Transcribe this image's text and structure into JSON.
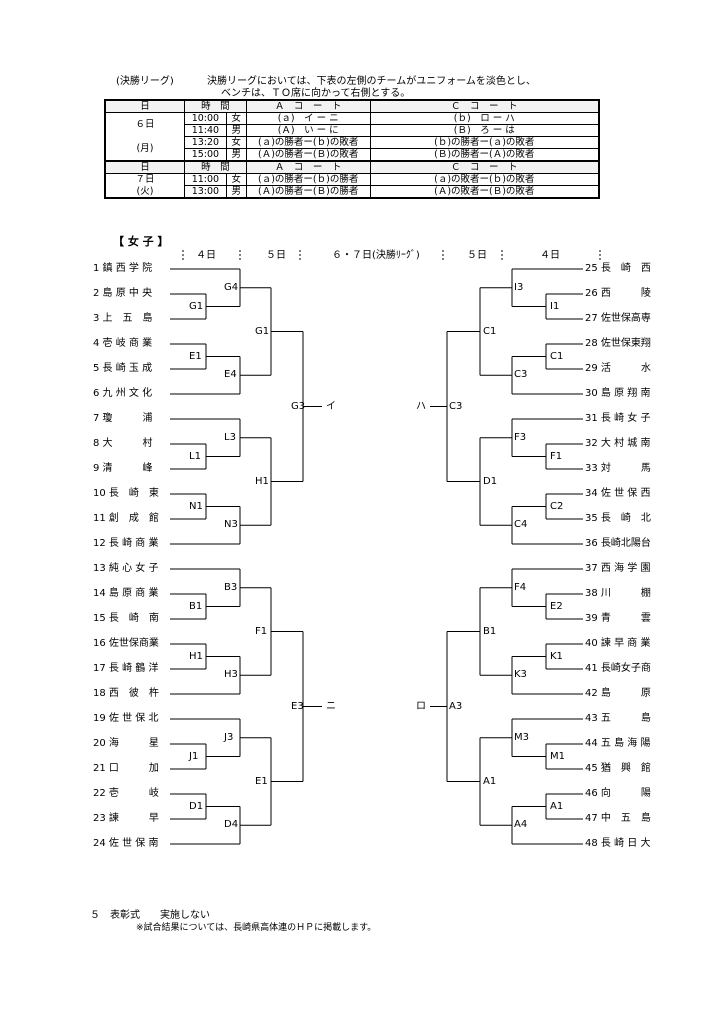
{
  "final_league": {
    "heading": "(決勝リーグ)",
    "note_line1": "決勝リーグにおいては、下表の左側のチームがユニフォームを淡色とし、",
    "note_line2": "ベンチは、ＴＯ席に向かって右側とする。",
    "table": {
      "header": {
        "day": "日",
        "time": "時　間",
        "court_a": "Ａ　コ　ー　ト",
        "court_c": "Ｃ　コ　ー　ト"
      },
      "day1_label": "６日",
      "day1_weekday": "(月)",
      "day1_rows": [
        {
          "time": "10:00",
          "sex": "女",
          "a": "(ａ)　イ ー ニ",
          "c": "(ｂ)　ロ ー ハ"
        },
        {
          "time": "11:40",
          "sex": "男",
          "a": "(Ａ)　い ー に",
          "c": "(Ｂ)　ろ ー は"
        },
        {
          "time": "13:20",
          "sex": "女",
          "a": "(ａ)の勝者ー(ｂ)の敗者",
          "c": "(ｂ)の勝者ー(ａ)の敗者"
        },
        {
          "time": "15:00",
          "sex": "男",
          "a": "(Ａ)の勝者ー(Ｂ)の敗者",
          "c": "(Ｂ)の勝者ー(Ａ)の敗者"
        }
      ],
      "header2": {
        "day": "日",
        "time": "時　間",
        "court_a": "Ａ　コ　ー　ト",
        "court_c": "Ｃ　コ　ー　ト"
      },
      "day2_label": "７日",
      "day2_weekday": "(火)",
      "day2_rows": [
        {
          "time": "11:00",
          "sex": "女",
          "a": "(ａ)の勝者ー(ｂ)の勝者",
          "c": "(ａ)の敗者ー(ｂ)の敗者"
        },
        {
          "time": "13:00",
          "sex": "男",
          "a": "(Ａ)の勝者ー(Ｂ)の勝者",
          "c": "(Ａ)の敗者ー(Ｂ)の敗者"
        }
      ]
    }
  },
  "bracket": {
    "title": "【 女 子 】",
    "header_cols": [
      "４日",
      "５日",
      "６・７日(決勝ﾘｰｸﾞ)",
      "５日",
      "４日"
    ],
    "left_teams": [
      "1 鎮 西 学 院",
      "2 島 原 中 央",
      "3 上　五　島",
      "4 壱 岐 商 業",
      "5 長 崎 玉 成",
      "6 九 州 文 化",
      "7 瓊　　　浦",
      "8 大　　　村",
      "9 清　　　峰",
      "10 長　崎　東",
      "11 創　成　館",
      "12 長 崎 商 業",
      "13 純 心 女 子",
      "14 島 原 商 業",
      "15 長　崎　南",
      "16 佐世保商業",
      "17 長 崎 鶴 洋",
      "18 西　彼　杵",
      "19 佐 世 保 北",
      "20 海　　　星",
      "21 口　　　加",
      "22 壱　　　岐",
      "23 諫　　　早",
      "24 佐 世 保 南"
    ],
    "right_teams": [
      "25 長　崎　西",
      "26 西　　　陵",
      "27 佐世保高専",
      "28 佐世保東翔",
      "29 活　　　水",
      "30 島 原 翔 南",
      "31 長 崎 女 子",
      "32 大 村 城 南",
      "33 対　　　馬",
      "34 佐 世 保 西",
      "35 長　崎　北",
      "36 長崎北陽台",
      "37 西 海 学 園",
      "38 川　　　棚",
      "39 青　　　雲",
      "40 諫 早 商 業",
      "41 長崎女子商",
      "42 島　　　原",
      "43 五　　　島",
      "44 五 島 海 陽",
      "45 猶　興　館",
      "46 向　　　陽",
      "47 中　五　島",
      "48 長 崎 日 大"
    ],
    "left_r1": [
      "G1",
      "E1",
      "L1",
      "N1",
      "B1",
      "H1",
      "J1",
      "D1"
    ],
    "left_r2": [
      "G4",
      "E4",
      "L3",
      "N3",
      "B3",
      "H3",
      "J3",
      "D4"
    ],
    "left_r3": [
      "G1",
      "H1",
      "F1",
      "E1"
    ],
    "left_r4": [
      "G3",
      "E3"
    ],
    "left_final": [
      "イ",
      "ニ"
    ],
    "right_r1": [
      "I1",
      "C1",
      "F1",
      "C2",
      "E2",
      "K1",
      "M1",
      "A1"
    ],
    "right_r2": [
      "I3",
      "C3",
      "F3",
      "C4",
      "F4",
      "K3",
      "M3",
      "A4"
    ],
    "right_r3": [
      "C1",
      "D1",
      "B1",
      "A1"
    ],
    "right_r4": [
      "C3",
      "A3"
    ],
    "right_final": [
      "ハ",
      "ロ"
    ]
  },
  "footer": {
    "item": "５　表彰式　　実施しない",
    "note": "※試合結果については、長崎県高体連のＨＰに掲載します。"
  }
}
